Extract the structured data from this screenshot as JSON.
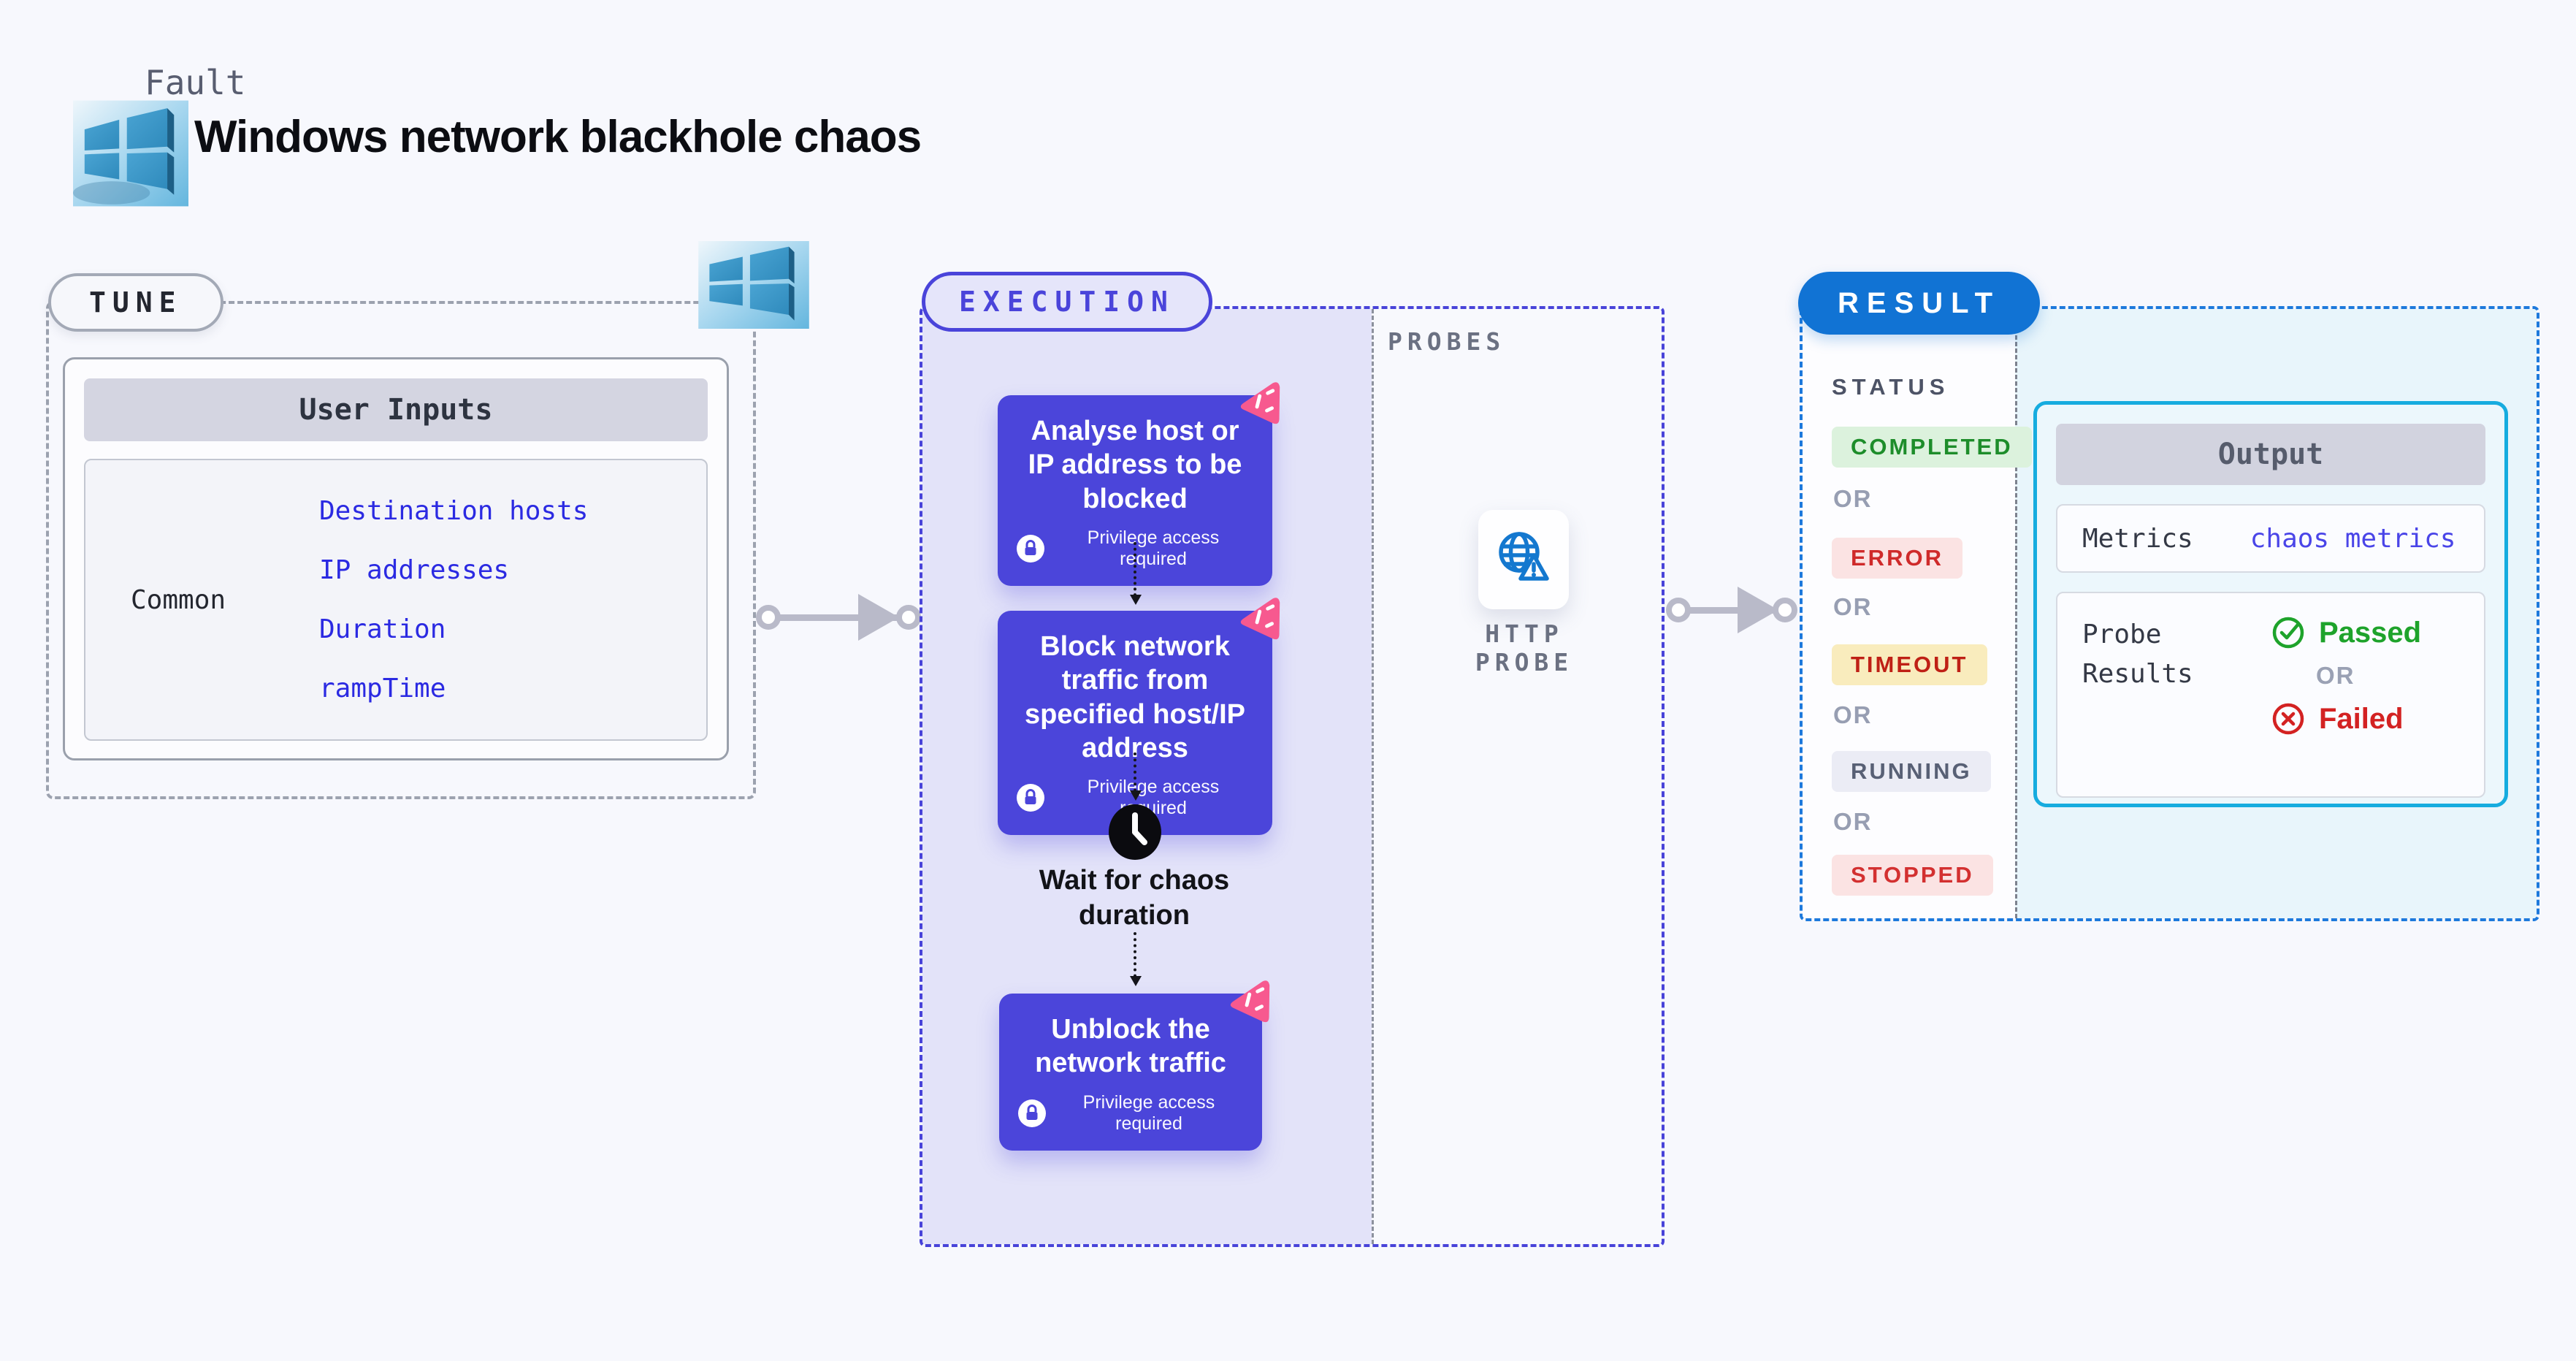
{
  "header": {
    "fault_label": "Fault",
    "title": "Windows network blackhole chaos"
  },
  "tune": {
    "section_label": "TUNE",
    "table_title": "User Inputs",
    "row_label": "Common",
    "inputs": [
      "Destination hosts",
      "IP addresses",
      "Duration",
      "rampTime"
    ]
  },
  "execution": {
    "section_label": "EXECUTION",
    "probes_label": "PROBES",
    "steps": [
      {
        "title": "Analyse host or IP address to be blocked",
        "badge": "Privilege access required"
      },
      {
        "title": "Block network traffic from specified host/IP address",
        "badge": "Privilege access required"
      },
      {
        "title": "Wait for chaos duration"
      },
      {
        "title": "Unblock the network traffic",
        "badge": "Privilege access required"
      }
    ],
    "http_probe_label": "HTTP PROBE"
  },
  "result": {
    "section_label": "RESULT",
    "status_title": "STATUS",
    "statuses": [
      "COMPLETED",
      "ERROR",
      "TIMEOUT",
      "RUNNING",
      "STOPPED"
    ],
    "or_label": "OR",
    "output": {
      "title": "Output",
      "metrics_label": "Metrics",
      "metrics_value": "chaos metrics",
      "probe_results_label": "Probe Results",
      "passed_label": "Passed",
      "failed_label": "Failed"
    }
  },
  "colors": {
    "accent_indigo": "#4b45da",
    "accent_blue": "#1173d4",
    "accent_cyan": "#16acdf",
    "lavender_fill": "#e3e3f9",
    "result_fill": "#e8f5fb",
    "pink_logo": "#f7598f",
    "completed_green": "#1d8d2a",
    "error_red": "#cf2a2a",
    "timeout_amber": "#bf2015",
    "running_gray": "#586075",
    "link_blue": "#2b2ae2"
  }
}
